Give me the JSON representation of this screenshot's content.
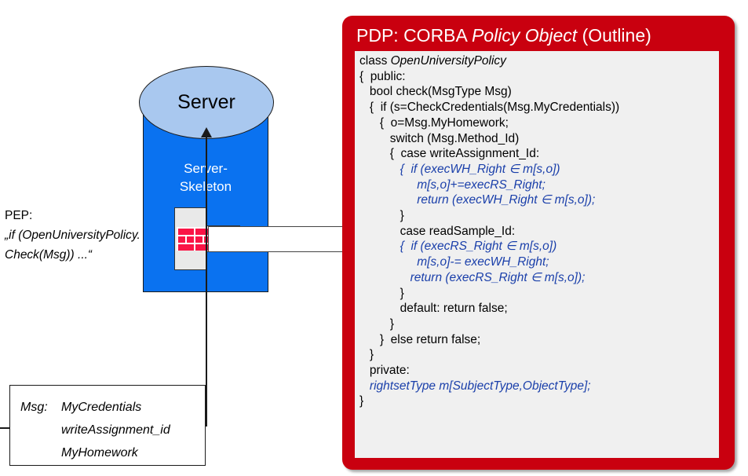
{
  "pep": {
    "title": "PEP:",
    "line1": "„if (OpenUniversityPolicy.",
    "line2": "Check(Msg)) ...“"
  },
  "server": {
    "title": "Server",
    "skeleton_label_line1": "Server-",
    "skeleton_label_line2": "Skeleton",
    "body_color": "#0a72f0",
    "top_color": "#a9c8ef",
    "firewall_brick_color": "#fa1446"
  },
  "msg": {
    "key": "Msg:",
    "values": [
      "MyCredentials",
      "writeAssignment_id",
      "MyHomework"
    ]
  },
  "pdp": {
    "title_prefix": "PDP: CORBA ",
    "title_italic": "Policy Object",
    "title_suffix": " (Outline)",
    "panel_color": "#c9000f",
    "code_bg": "#f0f0f0",
    "highlight_color": "#1a3faa",
    "code": [
      {
        "text": "class ",
        "style": "black",
        "italic_part": "OpenUniversityPolicy"
      },
      {
        "text": "{  public:",
        "style": "black"
      },
      {
        "text": "   bool check(MsgType Msg)",
        "style": "black"
      },
      {
        "text": "   {  if (s=CheckCredentials(Msg.MyCredentials))",
        "style": "black"
      },
      {
        "text": "      {  o=Msg.MyHomework;",
        "style": "black"
      },
      {
        "text": "         switch (Msg.Method_Id)",
        "style": "black"
      },
      {
        "text": "         {  case writeAssignment_Id:",
        "style": "black"
      },
      {
        "text": "            {  if (execWH_Right ∈ m[s,o])",
        "style": "blue"
      },
      {
        "text": "                 m[s,o]+=execRS_Right;",
        "style": "blue"
      },
      {
        "text": "                 return (execWH_Right ∈ m[s,o]);",
        "style": "blue"
      },
      {
        "text": "            }",
        "style": "black"
      },
      {
        "text": "            case readSample_Id:",
        "style": "black"
      },
      {
        "text": "            {  if (execRS_Right ∈ m[s,o])",
        "style": "blue"
      },
      {
        "text": "                 m[s,o]-= execWH_Right;",
        "style": "blue"
      },
      {
        "text": "               return (execRS_Right ∈ m[s,o]);",
        "style": "blue"
      },
      {
        "text": "            }",
        "style": "black"
      },
      {
        "text": "            default: return false;",
        "style": "black"
      },
      {
        "text": "         }",
        "style": "black"
      },
      {
        "text": "      }  else return false;",
        "style": "black"
      },
      {
        "text": "   }",
        "style": "black"
      },
      {
        "text": "   private:",
        "style": "black"
      },
      {
        "text": "   rightsetType m[SubjectType,ObjectType];",
        "style": "blue"
      },
      {
        "text": "}",
        "style": "black"
      }
    ]
  }
}
